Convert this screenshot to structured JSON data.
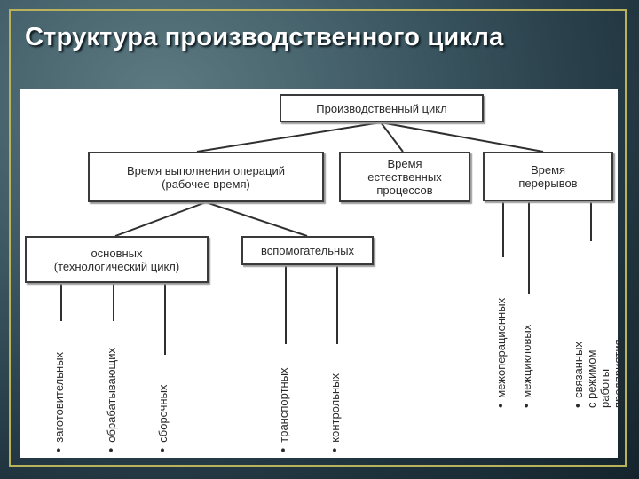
{
  "title": "Структура производственного цикла",
  "diagram": {
    "root": "Производственный цикл",
    "operations_time": "Время выполнения операций\n(рабочее время)",
    "natural_processes_time": "Время\nестественных\nпроцессов",
    "breaks_time": "Время\nперерывов",
    "main": "основных\n(технологический цикл)",
    "auxiliary": "вспомогательных",
    "main_items": [
      "заготовительных",
      "обрабатывающих",
      "сборочных"
    ],
    "auxiliary_items": [
      "транспортных",
      "контрольных"
    ],
    "break_items": [
      "межоперационных",
      "межцикловых",
      "связанных с режимом\nработы предприятия"
    ]
  },
  "colors": {
    "frame": "#b9b25a",
    "box_border": "#3a3a3a",
    "line": "#2f2f2f"
  }
}
